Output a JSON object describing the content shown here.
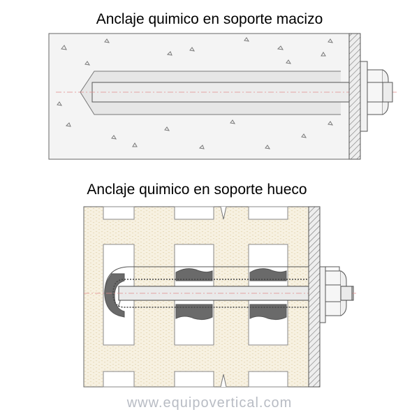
{
  "titles": {
    "solid": "Anclaje quimico en soporte macizo",
    "hollow": "Anclaje quimico en soporte hueco"
  },
  "footer": "www.equipovertical.com",
  "colors": {
    "concrete": "#f4f4f4",
    "brick": "#f6f0df",
    "resin": "#6c6c6c",
    "rod": "#e8e8e8",
    "outline": "#555555"
  }
}
